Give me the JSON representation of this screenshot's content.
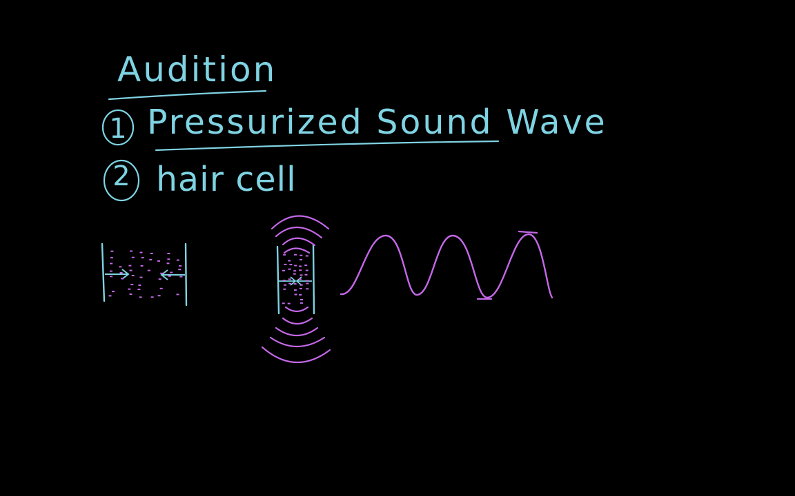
{
  "title": "Audition",
  "items": [
    {
      "number": "1",
      "text": "Pressurized Sound Wave"
    },
    {
      "number": "2",
      "text": "hair cell"
    }
  ],
  "colors": {
    "background": "#000000",
    "chalk_blue": "#7fd3e2",
    "chalk_purple": "#c468e8"
  }
}
